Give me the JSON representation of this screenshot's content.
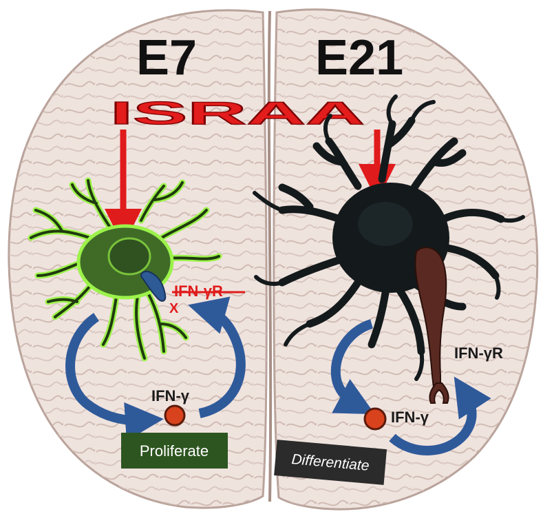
{
  "labels": {
    "left_stage": "E7",
    "right_stage": "E21",
    "banner": "ISRAA",
    "receptor_blocked": "IFN-γR",
    "receptor_blocked_mark": "X",
    "receptor": "IFN-γR",
    "ligand_left": "IFN-γ",
    "ligand_right": "IFN-γ",
    "outcome_left": "Proliferate",
    "outcome_right": "Differentiate"
  },
  "colors": {
    "brain_fill": "#efe3de",
    "brain_stroke": "#b9a39b",
    "banner_red": "#e31c1c",
    "arrow_red": "#e01b1b",
    "green_cell": "#3f6b27",
    "green_outline": "#9cf24a",
    "black_cell": "#141a1c",
    "blue_arrow": "#2f5a9a",
    "receptor_brown": "#5a2a22",
    "ligand_red": "#d8421c",
    "box_green": "#2d5520",
    "box_black": "#2b2b2b"
  }
}
